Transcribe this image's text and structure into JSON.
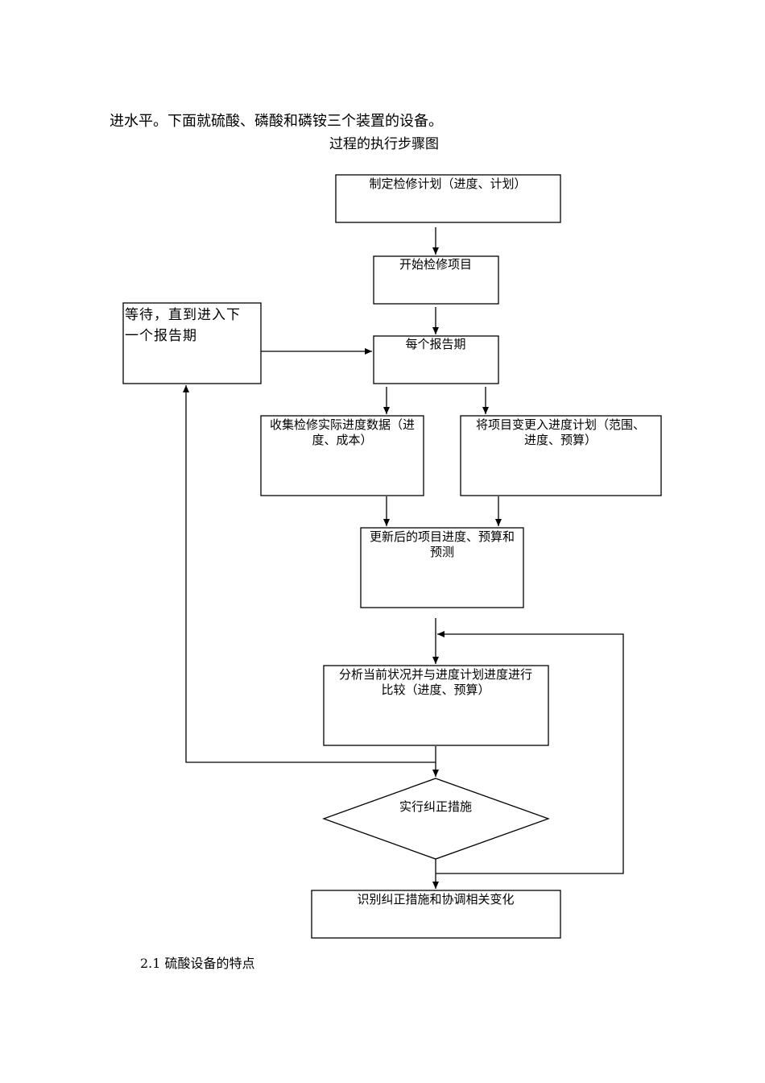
{
  "document": {
    "intro_line": "进水平。下面就硫酸、磷酸和磷铵三个装置的设备。",
    "figure_title": "过程的执行步骤图",
    "section_heading": "2.1  硫酸设备的特点"
  },
  "flowchart": {
    "plan": "制定检修计划（进度、计划）",
    "start": "开始检修项目",
    "wait_line1": "等待，直到进入下",
    "wait_line2": "一个报告期",
    "period": "每个报告期",
    "collect_line1": "收集检修实际进度数据（进",
    "collect_line2": "度、成本）",
    "changes_line1": "将项目变更入进度计划（范围、",
    "changes_line2": "进度、预算）",
    "updated_line1": "更新后的项目进度、预算和",
    "updated_line2": "预测",
    "analyze_line1": "分析当前状况并与进度计划进度进行",
    "analyze_line2": "比较（进度、预算）",
    "corrective": "实行纠正措施",
    "identify": "识别纠正措施和协调相关变化"
  }
}
